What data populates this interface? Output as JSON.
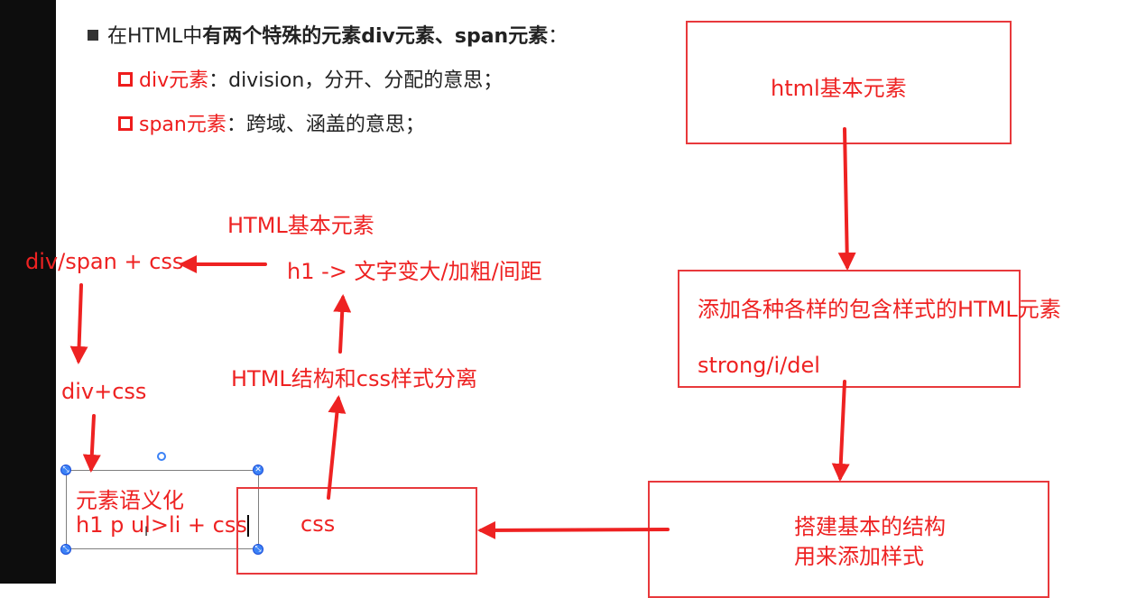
{
  "bullets": {
    "main": {
      "prefix": "在HTML中",
      "bold": "有两个特殊的元素div元素、span元素",
      "suffix": "："
    },
    "div": {
      "term": "div元素",
      "desc": "：division，分开、分配的意思；"
    },
    "span": {
      "term": "span元素",
      "desc": "：跨域、涵盖的意思；"
    }
  },
  "left_diagram": {
    "heading": "HTML基本元素",
    "h1_note": "h1 -> 文字变大/加粗/间距",
    "div_span_css": "div/span + css",
    "div_css": "div+css",
    "separation": "HTML结构和css样式分离",
    "semantic_line1": "元素语义化",
    "semantic_line2": "h1 p ul>li + css",
    "css_box": "css"
  },
  "right_diagram": {
    "box1": "html基本元素",
    "box2_line1": "添加各种各样的包含样式的HTML元素",
    "box2_line2": "strong/i/del",
    "box3_line1": "搭建基本的结构",
    "box3_line2": "用来添加样式"
  },
  "colors": {
    "annotation_red": "#ee2222",
    "box_border": "#e8393c",
    "left_strip": "#0d0d0d"
  }
}
